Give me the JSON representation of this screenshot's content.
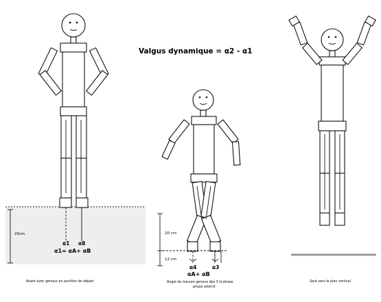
{
  "title": "Valgus dynamique = α2 - α1",
  "figures": [
    {
      "id": "standing",
      "height_label": "20cm",
      "angle_labels": [
        "α1",
        "α8"
      ],
      "formula": "α1= αA+ αB",
      "caption": "Avant avec genoux en position de départ"
    },
    {
      "id": "landing",
      "height_label_upper": "20 cm",
      "height_label_lower": "12 cm",
      "angle_labels": [
        "α4",
        "α3"
      ],
      "formula": "αA+ αB",
      "caption_line1": "Angle de mesure genoux des 3 le phase",
      "caption_line2": "phase atterrit"
    },
    {
      "id": "jump",
      "caption": "Saut vers le plan vertical"
    }
  ],
  "colors": {
    "ground": "#eeeeee",
    "line": "#111111"
  }
}
